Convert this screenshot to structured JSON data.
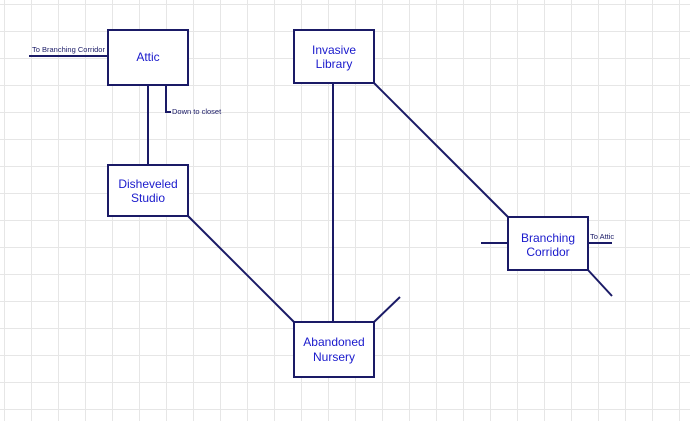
{
  "rooms": {
    "attic": {
      "line1": "Attic"
    },
    "invasive_library": {
      "line1": "Invasive",
      "line2": "Library"
    },
    "disheveled_studio": {
      "line1": "Disheveled",
      "line2": "Studio"
    },
    "abandoned_nursery": {
      "line1": "Abandoned",
      "line2": "Nursery"
    },
    "branching_corridor": {
      "line1": "Branching",
      "line2": "Corridor"
    }
  },
  "exit_labels": {
    "attic_west": "To Branching Corridor",
    "attic_down": "Down to closet",
    "corridor_east": "To Attic"
  },
  "colors": {
    "line": "#1a1a66",
    "room_text": "#1a1acc"
  }
}
